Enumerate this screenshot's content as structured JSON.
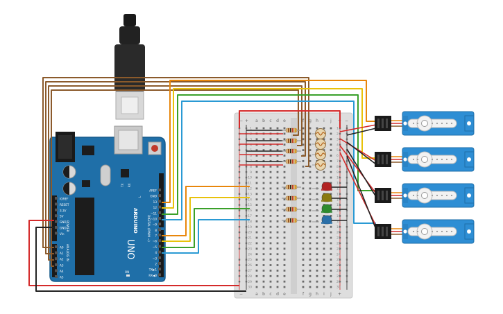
{
  "arduino": {
    "brand": "ARDUINO",
    "model": "UNO",
    "power_header_title": "POWER",
    "analog_header_title": "ANALOG IN",
    "digital_header_title": "DIGITAL (PWM ~)",
    "on_label": "ON",
    "tx_label": "TX",
    "rx_label": "RX",
    "l_label": "L",
    "power_pins": [
      "IOREF",
      "RESET",
      "3.3V",
      "5V",
      "GND",
      "GND",
      "Vin"
    ],
    "analog_pins": [
      "A0",
      "A1",
      "A2",
      "A3",
      "A4",
      "A5"
    ],
    "digital_pins_top": [
      "AREF",
      "GND",
      "13",
      "12",
      "~11",
      "~10",
      "~9",
      "8"
    ],
    "digital_pins_bottom": [
      "7",
      "~6",
      "~5",
      "4",
      "~3",
      "2",
      "TX▶1",
      "RX◀0"
    ]
  },
  "breadboard": {
    "column_letters_left": [
      "a",
      "b",
      "c",
      "d",
      "e"
    ],
    "column_letters_right": [
      "f",
      "g",
      "h",
      "i",
      "j"
    ],
    "rail_plus": "+",
    "rail_minus": "−",
    "row_numbers": [
      "1",
      "2",
      "3",
      "4",
      "5",
      "6",
      "7",
      "8",
      "9",
      "10",
      "11",
      "12",
      "13",
      "14",
      "15",
      "16",
      "17",
      "18",
      "19",
      "20",
      "21",
      "22",
      "23",
      "24",
      "25",
      "26",
      "27",
      "28",
      "29",
      "30"
    ]
  },
  "components": {
    "photoresistors": 4,
    "resistors": 8,
    "leds": [
      {
        "color_name": "red",
        "color": "#b22222"
      },
      {
        "color_name": "yellow",
        "color": "#8a7a10"
      },
      {
        "color_name": "green",
        "color": "#2e8b2e"
      },
      {
        "color_name": "blue",
        "color": "#2a6fa8"
      }
    ],
    "servos": 4
  },
  "colors": {
    "board": "#1f6fa8",
    "board_dark": "#175a8a",
    "breadboard": "#dedede",
    "servo": "#2e8ed4",
    "wire_brown": "#8b5a2b",
    "wire_orange": "#e8860b",
    "wire_yellow": "#e8c20b",
    "wire_green": "#3aa02a",
    "wire_blue": "#2a9ad4",
    "wire_red": "#d42a2a",
    "wire_black": "#222222"
  }
}
